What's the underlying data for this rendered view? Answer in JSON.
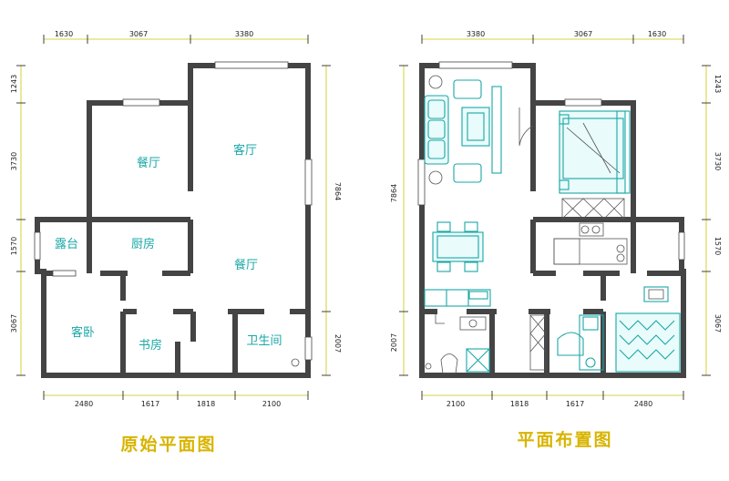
{
  "left_plan": {
    "title": "原始平面图",
    "top_dims": [
      "1630",
      "3067",
      "3380"
    ],
    "bottom_dims": [
      "2480",
      "1617",
      "1818",
      "2100"
    ],
    "left_dims": [
      "1243",
      "3730",
      "1570",
      "3067"
    ],
    "right_dims": [
      "7864",
      "2007"
    ],
    "rooms": {
      "dining_top": "餐厅",
      "living": "客厅",
      "terrace": "露台",
      "kitchen": "厨房",
      "dining_mid": "餐厅",
      "guest_bedroom": "客卧",
      "study": "书房",
      "bathroom": "卫生间"
    }
  },
  "right_plan": {
    "title": "平面布置图",
    "top_dims": [
      "3380",
      "3067",
      "1630"
    ],
    "bottom_dims": [
      "2100",
      "1818",
      "1617",
      "2480"
    ],
    "left_dims": [
      "7864",
      "2007"
    ],
    "right_dims": [
      "1243",
      "3730",
      "1570",
      "3067"
    ]
  },
  "colors": {
    "walls": "#444444",
    "dimension_lines": "#c9c400",
    "room_labels": "#1aa7a7",
    "furniture": "#1aa7a7",
    "titles": "#d8b400"
  }
}
